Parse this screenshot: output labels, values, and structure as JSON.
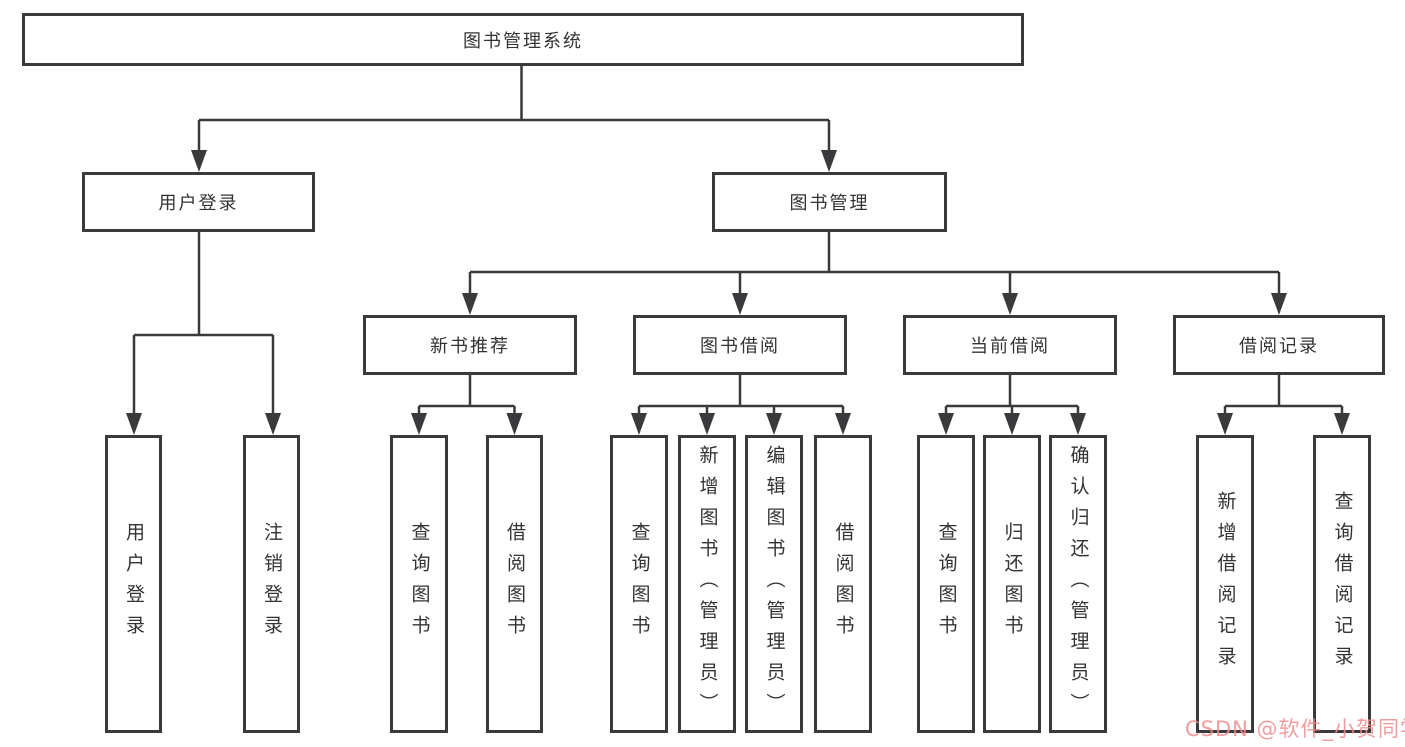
{
  "diagram_title": "图书管理系统",
  "tree": {
    "root": {
      "label": "图书管理系统"
    },
    "branches": [
      {
        "label": "用户登录",
        "children": [
          {
            "label": "用户登录"
          },
          {
            "label": "注销登录"
          }
        ]
      },
      {
        "label": "图书管理",
        "children": [
          {
            "label": "新书推荐",
            "children": [
              {
                "label": "查询图书"
              },
              {
                "label": "借阅图书"
              }
            ]
          },
          {
            "label": "图书借阅",
            "children": [
              {
                "label": "查询图书"
              },
              {
                "label": "新增图书（管理员）"
              },
              {
                "label": "编辑图书（管理员）"
              },
              {
                "label": "借阅图书"
              }
            ]
          },
          {
            "label": "当前借阅",
            "children": [
              {
                "label": "查询图书"
              },
              {
                "label": "归还图书"
              },
              {
                "label": "确认归还（管理员）"
              }
            ]
          },
          {
            "label": "借阅记录",
            "children": [
              {
                "label": "新增借阅记录"
              },
              {
                "label": "查询借阅记录"
              }
            ]
          }
        ]
      }
    ]
  },
  "watermark": {
    "text": "CSDN @软件_小贺同学",
    "color": "#f08c8c"
  },
  "style_colors": {
    "line": "#3a3a3c",
    "text": "#333333",
    "background": "#ffffff"
  }
}
